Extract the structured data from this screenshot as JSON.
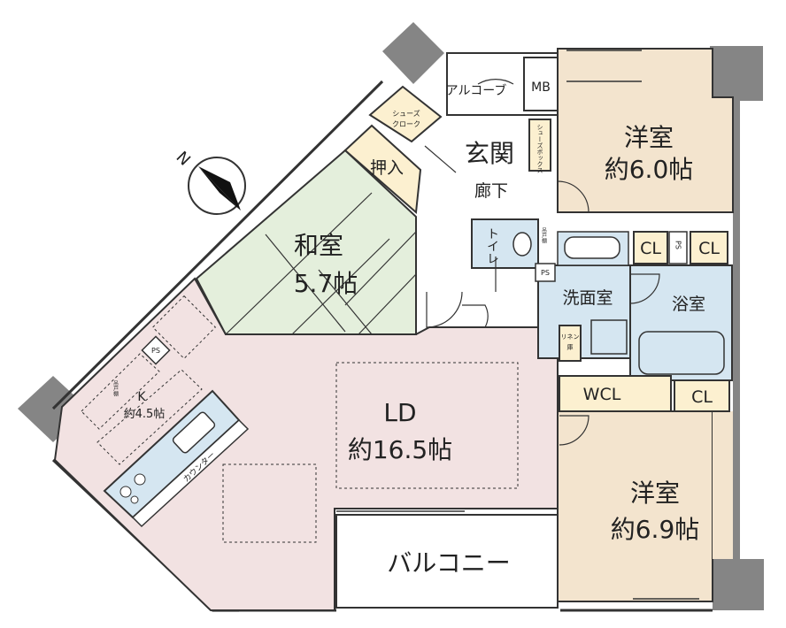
{
  "compass": {
    "label": "N"
  },
  "rooms": {
    "western_room_1": {
      "name": "洋室",
      "size": "約6.0帖"
    },
    "japanese_room": {
      "name": "和室",
      "size": "5.7帖"
    },
    "living_dining": {
      "name": "LD",
      "size": "約16.5帖"
    },
    "kitchen": {
      "name": "K",
      "size": "約4.5帖"
    },
    "western_room_2": {
      "name": "洋室",
      "size": "約6.9帖"
    },
    "bathroom": {
      "name": "浴室"
    },
    "washroom": {
      "name": "洗面室"
    },
    "toilet": {
      "name": "トイレ"
    },
    "entrance": {
      "name": "玄関"
    },
    "hallway": {
      "name": "廊下"
    },
    "balcony": {
      "name": "バルコニー"
    },
    "alcove": {
      "name": "アルコーブ"
    }
  },
  "storage": {
    "oshiire": "押入",
    "shoes_cloak": [
      "シューズ",
      "クローク"
    ],
    "shoes_box": "シューズボックス",
    "mb": "MB",
    "wcl": "WCL",
    "cl": "CL",
    "ps": "PS",
    "linen_line1": "リネン",
    "linen_line2": "庫",
    "toilet_shelf": "吊戸棚",
    "counter": "カウンター",
    "kitchen_shelf": "吊戸棚"
  },
  "colors": {
    "western": "#f3e4ce",
    "japanese": "#e4efdc",
    "living": "#f2e2e2",
    "wet": "#d5e6f1",
    "storage": "#fcf0d0",
    "wall": "#858585",
    "line": "#333333"
  }
}
